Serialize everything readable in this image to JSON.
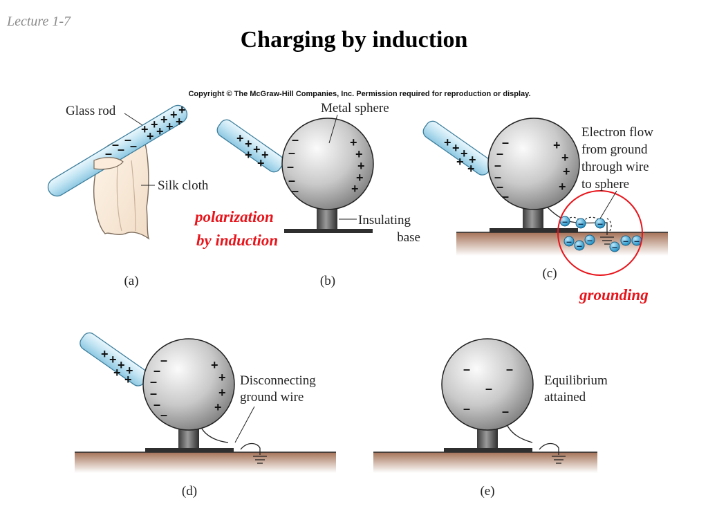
{
  "slide": {
    "lecture_tag": "Lecture 1-7",
    "title": "Charging by induction",
    "copyright": "Copyright © The McGraw-Hill Companies, Inc. Permission required for reproduction or display."
  },
  "panel_a": {
    "caption": "(a)",
    "glass_rod_label": "Glass rod",
    "silk_cloth_label": "Silk cloth",
    "rod_charges": "+",
    "cloth_charges": "–"
  },
  "panel_b": {
    "caption": "(b)",
    "metal_sphere_label": "Metal sphere",
    "insulating_label_line1": "Insulating",
    "insulating_label_line2": "base",
    "annotation_line1": "polarization",
    "annotation_line2": "by induction"
  },
  "panel_c": {
    "caption": "(c)",
    "electron_flow_line1": "Electron flow",
    "electron_flow_line2": "from ground",
    "electron_flow_line3": "through wire",
    "electron_flow_line4": "to sphere",
    "annotation": "grounding"
  },
  "panel_d": {
    "caption": "(d)",
    "label_line1": "Disconnecting",
    "label_line2": "ground wire"
  },
  "panel_e": {
    "caption": "(e)",
    "label_line1": "Equilibrium",
    "label_line2": "attained"
  },
  "colors": {
    "annotation_red": "#e8141b",
    "rod_blue": "#bfe3f2",
    "electron_blue": "#2aa4d8",
    "ground_brown": "#9b6a4e",
    "sphere_gray": "#b8b8b8"
  }
}
